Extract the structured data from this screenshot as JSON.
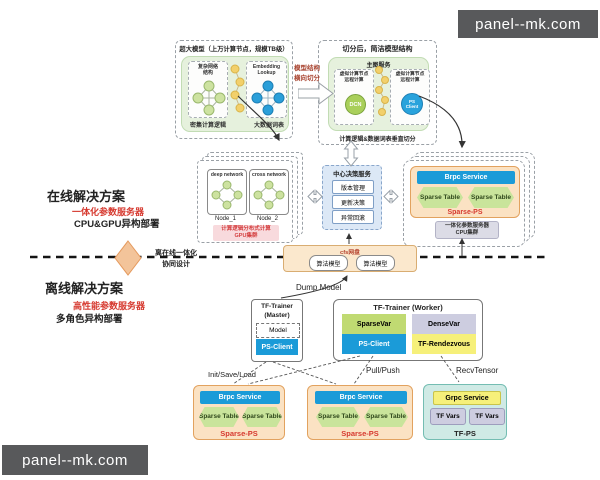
{
  "watermarks": {
    "top_right": "panel--mk.com",
    "bottom_left": "panel--mk.com"
  },
  "colors": {
    "accent_red": "#d6392f",
    "service_blue": "#1b9bd8",
    "table_green": "#c9e49b",
    "ps_orange": "#fbe2c3",
    "grpc_yellow": "#f6f07a",
    "var_purple": "#cdcde0",
    "tfps_teal": "#cfeae5",
    "bridge_peach": "#f3c49a"
  },
  "huge_model": {
    "title": "超大模型（上万计算节点，规模TB级）",
    "left_unit_label_1": "复杂网络",
    "left_unit_label_2": "结构",
    "right_unit_label_1": "Embedding",
    "right_unit_label_2": "Lookup",
    "caption_left": "密集计算逻辑",
    "caption_right": "大数据词表"
  },
  "split_note": {
    "line1": "模型结构",
    "line2": "横向切分"
  },
  "sliced_model": {
    "title": "切分后，简洁模型结构",
    "service": "主图服务",
    "node_label_1": "虚拟计算节点",
    "node_label_2": "远程计算",
    "left_circle": "DCN",
    "right_circle_1": "PS",
    "right_circle_2": "Client",
    "caption": "计算逻辑&数据词表垂直切分"
  },
  "online": {
    "title": "在线解决方案",
    "sub1": "一体化参数服务器",
    "sub2": "CPU&GPU异构部署"
  },
  "bridge": {
    "line1": "离在线一体化",
    "line2": "协同设计"
  },
  "offline": {
    "title": "离线解决方案",
    "sub1": "高性能参数服务器",
    "sub2": "多角色异构部署"
  },
  "gpu_cluster": {
    "node1_title": "deep network",
    "node1_name": "Node_1",
    "node2_title": "cross network",
    "node2_name": "Node_2",
    "caption1": "计算逻辑分布式计算",
    "caption2": "GPU集群"
  },
  "decision": {
    "title": "中心决策服务",
    "items": [
      "版本管理",
      "更新决策",
      "异常回滚"
    ]
  },
  "online_ps": {
    "service": "Brpc Service",
    "tables": [
      "Sparse Table",
      "Sparse Table"
    ],
    "name": "Sparse-PS",
    "caption1": "一体化参数服务器",
    "caption2": "CPU集群"
  },
  "cfs": {
    "title": "cfs网盘",
    "models": [
      "算法模型",
      "算法模型"
    ]
  },
  "flow": {
    "dump": "Dump Model",
    "init": "Init/Save/Load",
    "pull": "Pull/Push",
    "recv": "RecvTensor"
  },
  "tf_master": {
    "title1": "TF-Trainer",
    "title2": "(Master)",
    "model": "Model",
    "client": "PS-Client"
  },
  "tf_worker": {
    "title": "TF-Trainer (Worker)",
    "sparse": "SparseVar",
    "client": "PS-Client",
    "dense": "DenseVar",
    "rendezvous": "TF-Rendezvous"
  },
  "sparse_ps_a": {
    "service": "Brpc Service",
    "tables": [
      "Sparse Table",
      "Sparse Table"
    ],
    "name": "Sparse-PS"
  },
  "sparse_ps_b": {
    "service": "Brpc Service",
    "tables": [
      "Sparse Table",
      "Sparse Table"
    ],
    "name": "Sparse-PS"
  },
  "tf_ps": {
    "service": "Grpc Service",
    "vars": [
      "TF Vars",
      "TF Vars"
    ],
    "name": "TF-PS"
  }
}
